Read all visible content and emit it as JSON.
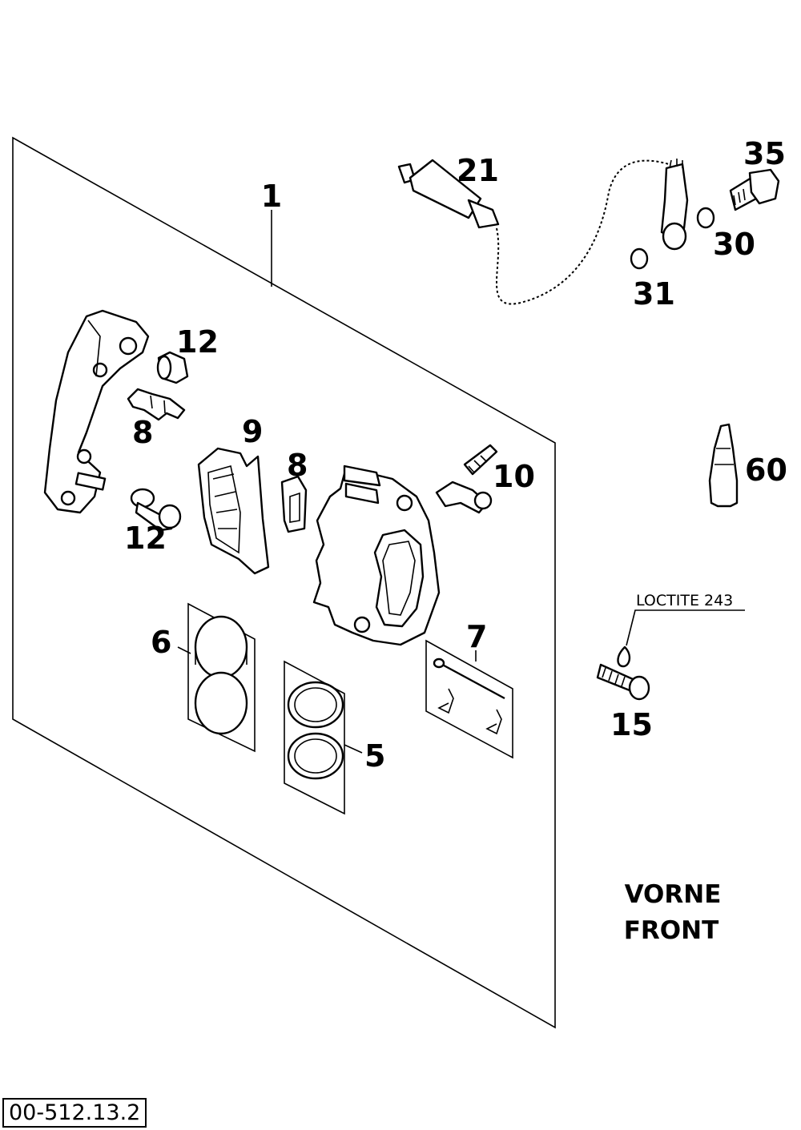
{
  "diagram": {
    "callouts": {
      "c1": "1",
      "c21": "21",
      "c35": "35",
      "c30": "30",
      "c31": "31",
      "c12a": "12",
      "c8a": "8",
      "c9": "9",
      "c8b": "8",
      "c10": "10",
      "c12b": "12",
      "c60": "60",
      "c6": "6",
      "c7": "7",
      "c5": "5",
      "c15": "15"
    },
    "loctite_label": "LOCTITE 243",
    "title_line1": "VORNE",
    "title_line2": "FRONT",
    "reference_code": "00-512.13.2"
  }
}
